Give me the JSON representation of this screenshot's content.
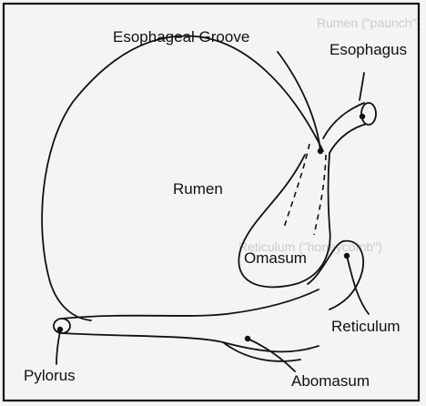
{
  "labels": {
    "esophageal_groove": "Esophageal Groove",
    "esophagus": "Esophagus",
    "rumen": "Rumen",
    "omasum": "Omasum",
    "reticulum": "Reticulum",
    "pylorus": "Pylorus",
    "abomasum": "Abomasum"
  },
  "bleed_through": {
    "line1": "Rumen (\"paunch\")",
    "line2": "Reticulum (\"honeycomb\")"
  }
}
